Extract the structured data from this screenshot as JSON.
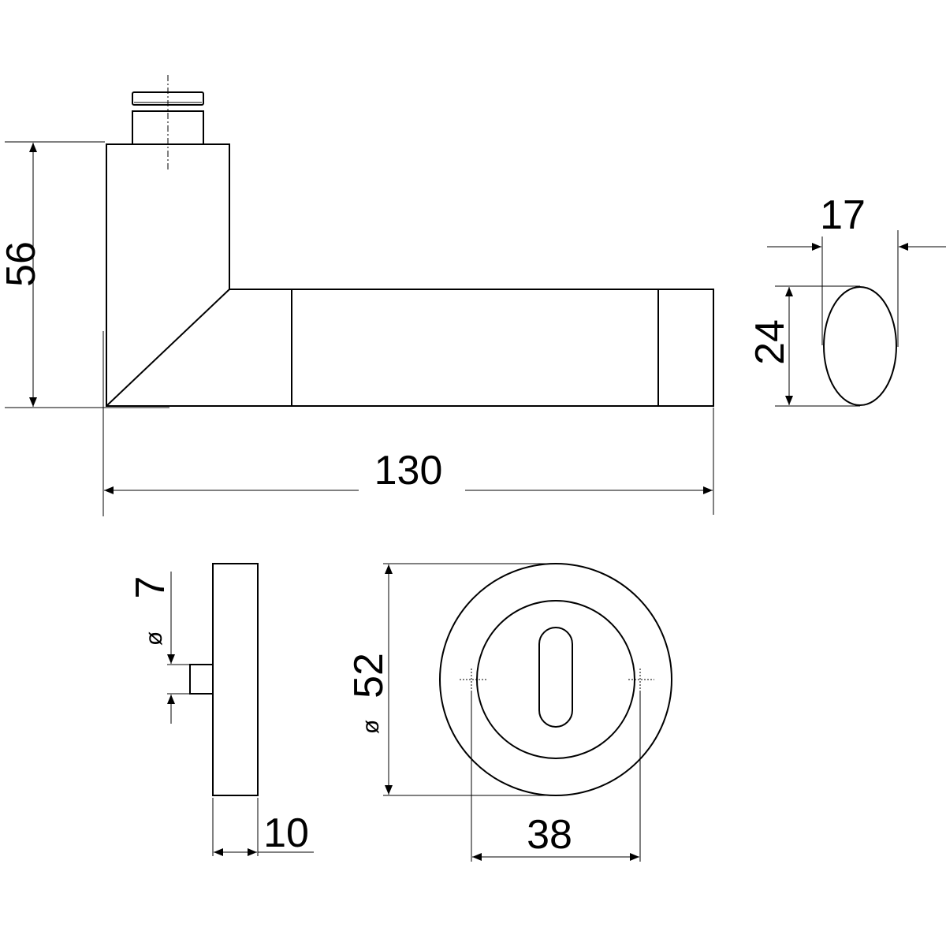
{
  "dimensions": {
    "lever_height": "56",
    "lever_length": "130",
    "grip_depth": "17",
    "grip_height": "24",
    "spindle_diameter": "7",
    "spindle_diameter_symbol": "ø",
    "rose_thickness": "10",
    "rose_diameter": "52",
    "rose_diameter_symbol": "ø",
    "screw_spacing": "38"
  },
  "colors": {
    "line": "#000000",
    "background": "#ffffff"
  }
}
